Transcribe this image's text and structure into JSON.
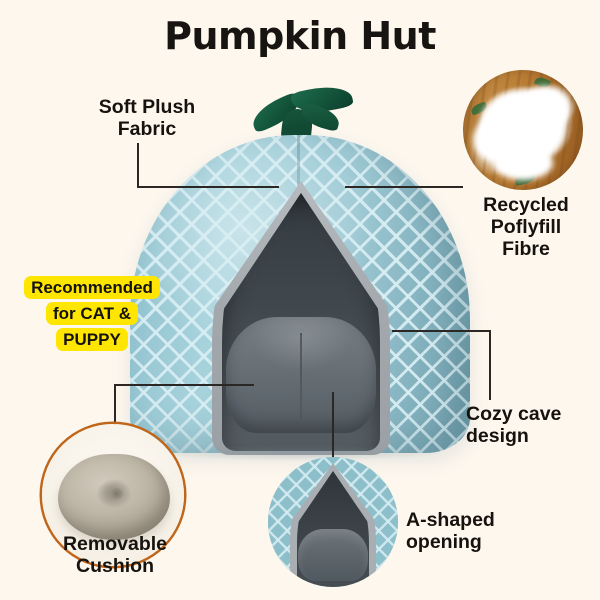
{
  "page": {
    "background_color": "#FDF7EE",
    "title": "Pumpkin Hut"
  },
  "badge": {
    "color": "#FFE600",
    "lines": [
      "Recommended",
      "for CAT &",
      "PUPPY"
    ]
  },
  "callouts": [
    {
      "id": "soft-plush-fabric",
      "text": "Soft Plush\nFabric"
    },
    {
      "id": "recycled-fibre",
      "text": "Recycled\nPoflyfill\nFibre"
    },
    {
      "id": "cozy-cave-design",
      "text": "Cozy cave\ndesign"
    },
    {
      "id": "a-shaped-opening",
      "text": "A-shaped\nopening"
    },
    {
      "id": "removable-cushion",
      "text": "Removable\nCushion"
    }
  ],
  "insets": [
    {
      "id": "fiberfill-photo",
      "caption": "Recycled Poflyfill Fibre",
      "ring_color": "none"
    },
    {
      "id": "cushion-photo",
      "caption": "Removable Cushion",
      "ring_color": "#C0661B"
    },
    {
      "id": "opening-photo",
      "caption": "A-shaped opening",
      "ring_color": "none"
    }
  ],
  "product": {
    "name": "Pumpkin Hut pet bed",
    "shell_color": "#9CCBD6",
    "trim_color": "#A9AEB2",
    "cave_color": "#3E464B",
    "leaf_color": "#13543B"
  }
}
